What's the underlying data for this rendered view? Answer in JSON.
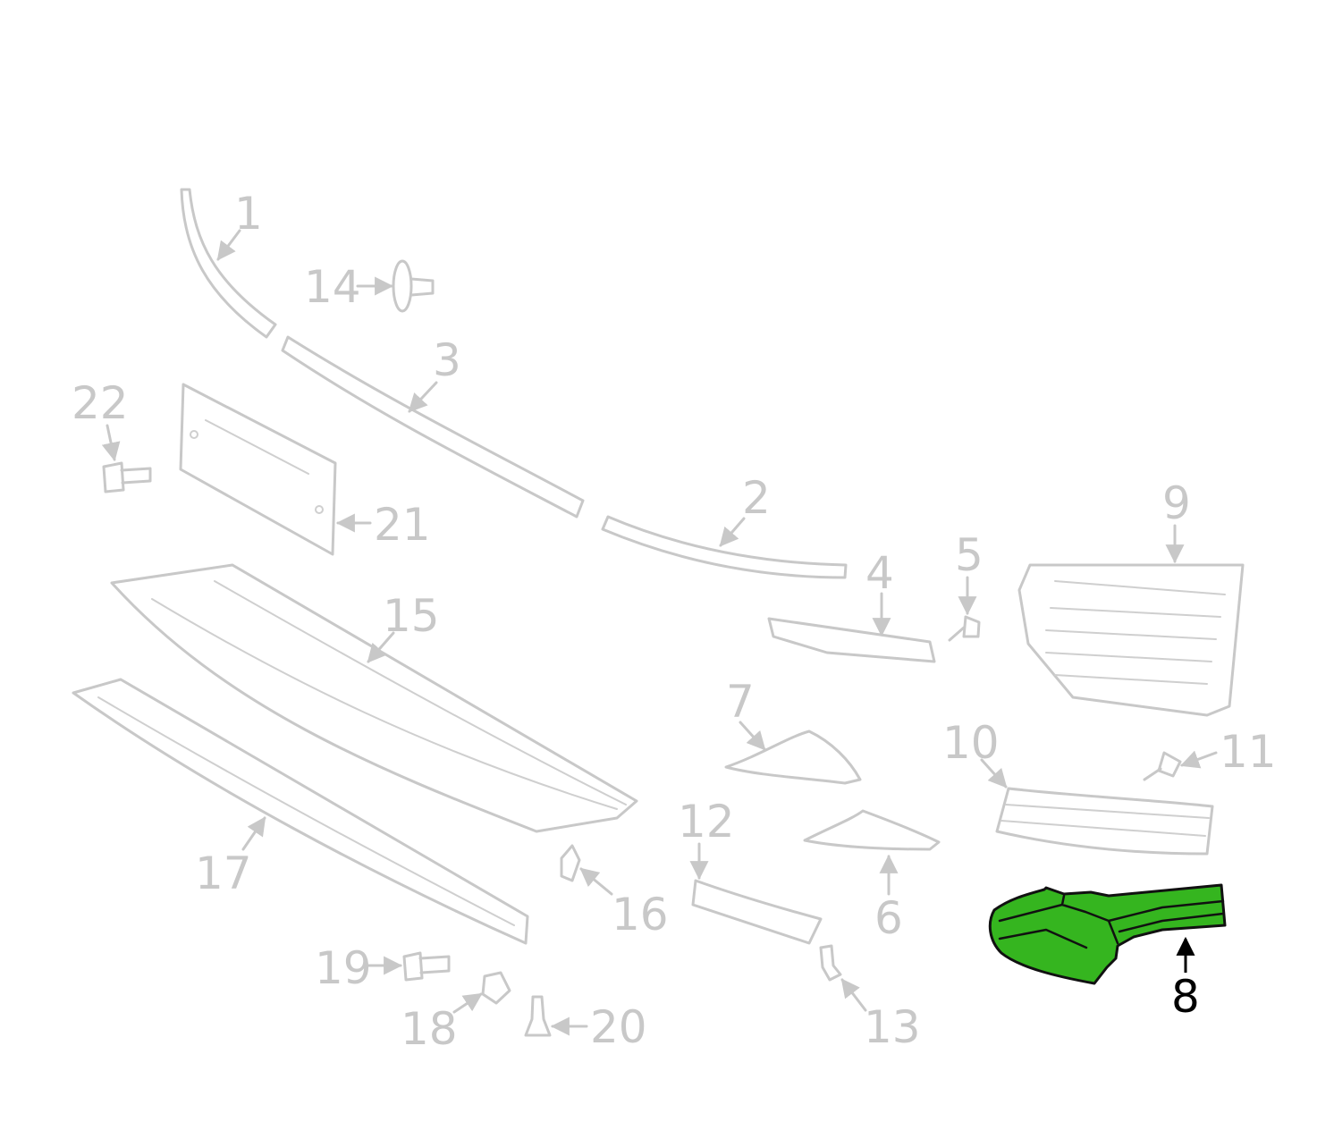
{
  "diagram": {
    "highlight_color": "#35b51f",
    "line_color": "#c8c8c8",
    "highlighted_callout": "8",
    "callouts": {
      "c1": "1",
      "c2": "2",
      "c3": "3",
      "c4": "4",
      "c5": "5",
      "c6": "6",
      "c7": "7",
      "c8": "8",
      "c9": "9",
      "c10": "10",
      "c11": "11",
      "c12": "12",
      "c13": "13",
      "c14": "14",
      "c15": "15",
      "c16": "16",
      "c17": "17",
      "c18": "18",
      "c19": "19",
      "c20": "20",
      "c21": "21",
      "c22": "22"
    }
  }
}
